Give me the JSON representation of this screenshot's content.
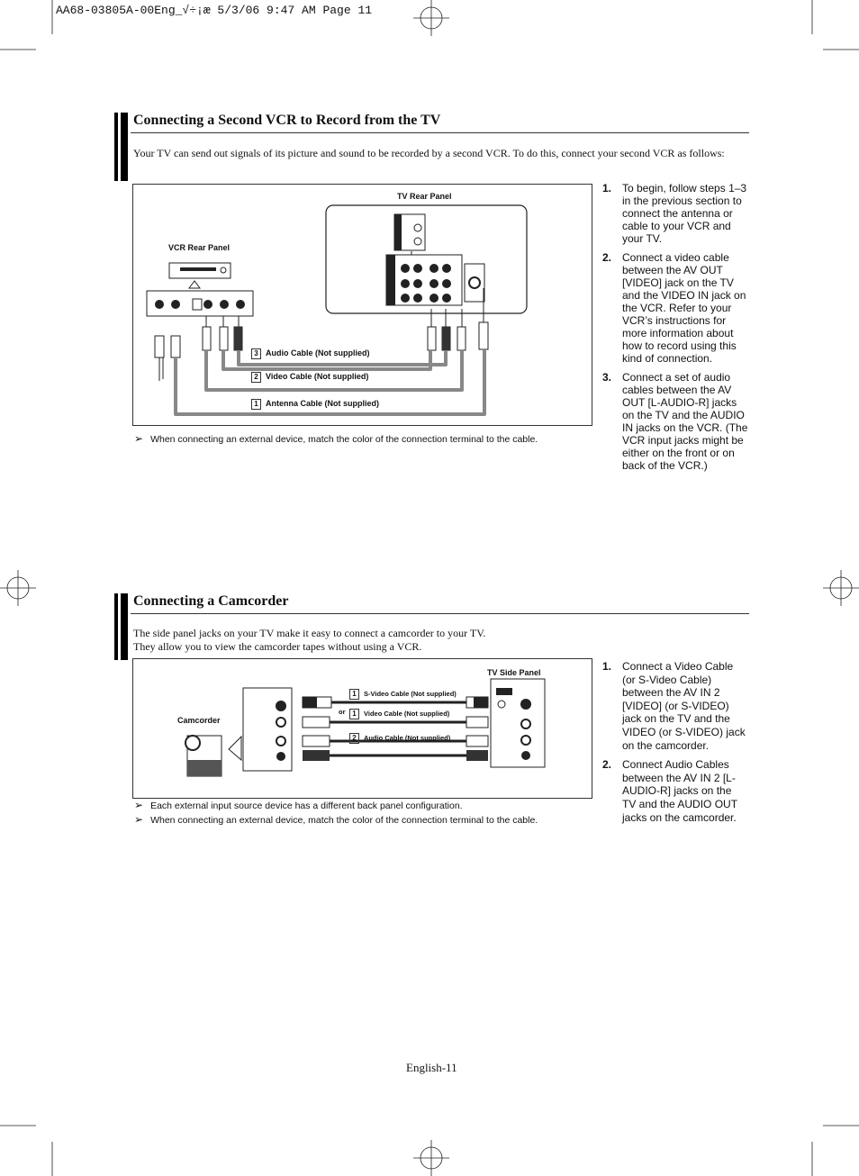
{
  "header": {
    "text": "AA68-03805A-00Eng_√÷¡æ   5/3/06  9:47 AM  Page 11"
  },
  "section1": {
    "title": "Connecting a Second VCR to Record from the TV",
    "intro": "Your TV can send out signals of its picture and sound to be recorded by a second VCR. To do this, connect your second VCR as follows:",
    "diagram": {
      "tv_label": "TV Rear Panel",
      "vcr_label": "VCR Rear Panel",
      "cables": [
        {
          "num": "3",
          "label": "Audio Cable (Not supplied)"
        },
        {
          "num": "2",
          "label": "Video Cable (Not supplied)"
        },
        {
          "num": "1",
          "label": "Antenna Cable (Not supplied)"
        }
      ]
    },
    "note": "When connecting an external device, match the color of the connection terminal to the cable.",
    "steps": [
      {
        "num": "1.",
        "text": "To begin, follow steps 1–3 in the previous section to connect the antenna or cable to your VCR and your TV."
      },
      {
        "num": "2.",
        "text": "Connect a video cable between the AV OUT [VIDEO] jack on the TV and the VIDEO IN jack on the VCR. Refer to your VCR’s instructions for more information about how to record using this kind of connection."
      },
      {
        "num": "3.",
        "text": "Connect a set of audio cables between the AV OUT [L-AUDIO-R] jacks on the TV and the AUDIO IN jacks on the VCR. (The VCR input jacks might be either on the front or on back of the VCR.)"
      }
    ]
  },
  "section2": {
    "title": "Connecting a Camcorder",
    "intro_line1": "The side panel jacks on your TV make it easy to connect a camcorder to your TV.",
    "intro_line2": "They allow you to view the camcorder tapes without using a VCR.",
    "diagram": {
      "tv_label": "TV Side Panel",
      "camcorder_label": "Camcorder",
      "or_label": "or",
      "cables": [
        {
          "num": "1",
          "label": "S-Video Cable (Not supplied)"
        },
        {
          "num": "1",
          "label": "Video Cable (Not supplied)"
        },
        {
          "num": "2",
          "label": "Audio Cable (Not supplied)"
        }
      ]
    },
    "notes": [
      "Each external input source device has a different back panel configuration.",
      "When connecting an external device, match the color of the connection terminal to the cable."
    ],
    "steps": [
      {
        "num": "1.",
        "text": "Connect a Video Cable (or S-Video Cable) between the AV IN 2 [VIDEO] (or S-VIDEO) jack on the TV and the VIDEO (or S-VIDEO) jack on the camcorder."
      },
      {
        "num": "2.",
        "text": "Connect Audio Cables between the AV IN 2 [L-AUDIO-R] jacks on the TV and the AUDIO OUT jacks on the camcorder."
      }
    ]
  },
  "footer": {
    "page": "English-11"
  }
}
